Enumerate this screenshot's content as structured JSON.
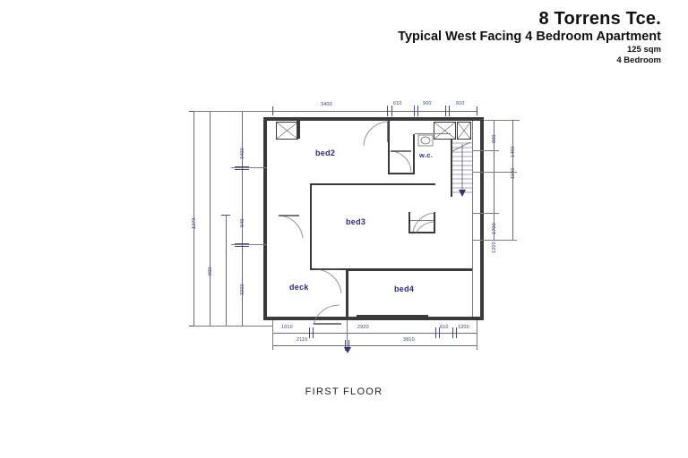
{
  "header": {
    "title": "8 Torrens Tce.",
    "subtitle": "Typical West Facing 4 Bedroom Apartment",
    "area": "125 sqm",
    "bedrooms": "4 Bedroom"
  },
  "footer": {
    "label": "FIRST FLOOR"
  },
  "plan": {
    "rooms": [
      {
        "key": "bed2",
        "label": "bed2"
      },
      {
        "key": "wc",
        "label": "w.c."
      },
      {
        "key": "bed3",
        "label": "bed3"
      },
      {
        "key": "deck",
        "label": "deck"
      },
      {
        "key": "bed4",
        "label": "bed4"
      }
    ],
    "dimensions": {
      "top": [
        "3400",
        "610",
        "900",
        "910"
      ],
      "bottom_inner": [
        "1010",
        "2920",
        "610",
        "1200"
      ],
      "bottom_outer": [
        "2110",
        "3810"
      ],
      "left_outer": [
        "1270"
      ],
      "left_mid": [
        "900"
      ],
      "left_inner": [
        "3400",
        "840",
        "3200"
      ],
      "right_inner": [
        "900",
        "1700",
        "1200"
      ],
      "right_outer": [
        "1400",
        "1100"
      ]
    }
  },
  "colors": {
    "wall": "#3a3a3a",
    "dimension": "#3a3a6e",
    "room_label": "#2b2b8c",
    "text": "#111111"
  }
}
